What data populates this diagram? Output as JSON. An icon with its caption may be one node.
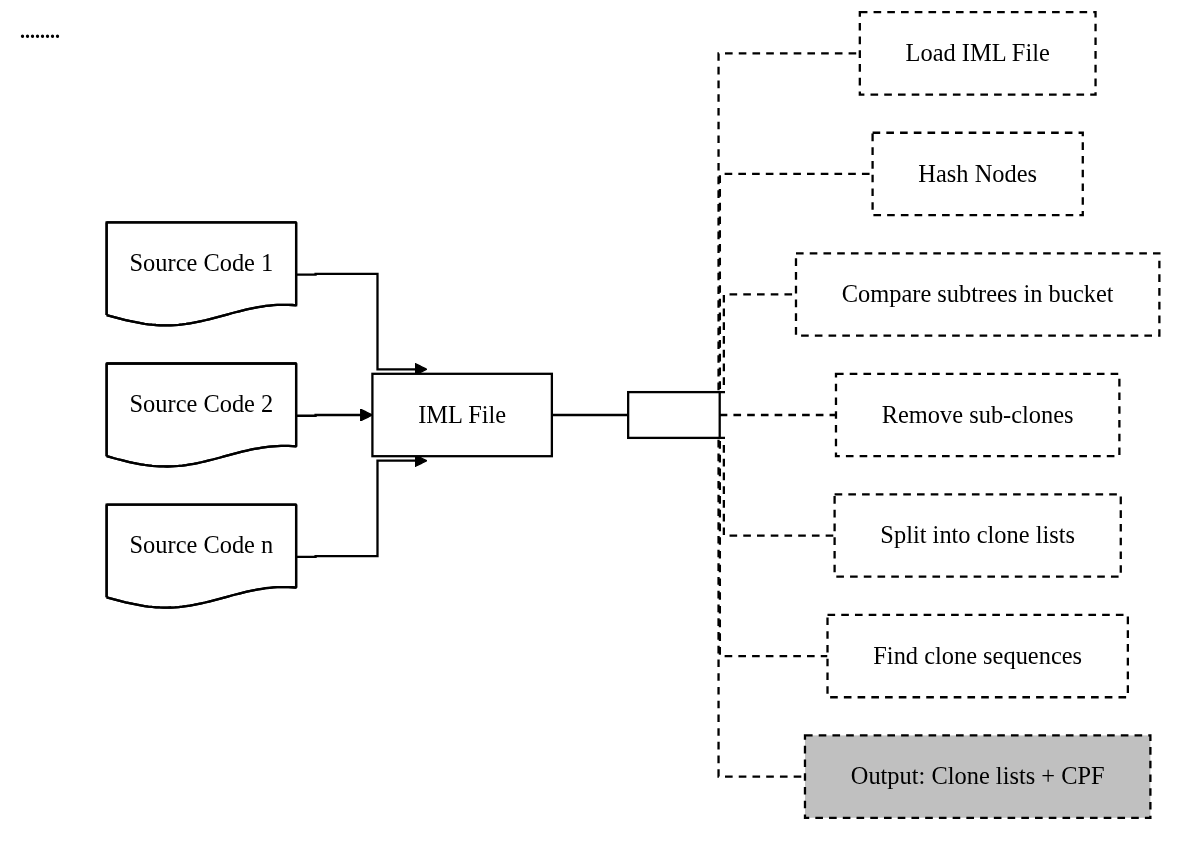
{
  "diagram": {
    "nodes": [
      {
        "text": [
          "Source Code 1"
        ]
      },
      {
        "text": [
          "Source Code 2"
        ]
      },
      {
        "text": [
          "Source Code n"
        ]
      },
      {
        "text": [
          "IML File"
        ]
      },
      {
        "text": [],
        "shape": "box"
      },
      {
        "text": [
          "Load IML File"
        ]
      },
      {
        "text": [
          "Hash Nodes"
        ]
      },
      {
        "text": [
          "Compare subtrees in bucket"
        ]
      },
      {
        "text": [
          "Remove sub-clones"
        ]
      },
      {
        "text": [
          "Split into clone lists"
        ]
      },
      {
        "text": [
          "Find clone sequences"
        ]
      },
      {
        "text": [
          "Output: Clone lists + CPF"
        ]
      }
    ],
    "edges": [
      {
        "from": 0,
        "to": 3,
        "arrow": "to"
      },
      {
        "from": 1,
        "to": 3,
        "arrow": "to"
      },
      {
        "from": 2,
        "to": 3,
        "arrow": "to"
      },
      {
        "from": 3,
        "to": 4,
        "arrow": "none"
      },
      {
        "from": 4,
        "to": 5,
        "arrow": "none",
        "style": "dashed"
      },
      {
        "from": 4,
        "to": 6,
        "arrow": "none",
        "style": "dashed"
      },
      {
        "from": 4,
        "to": 7,
        "arrow": "none",
        "style": "dashed"
      },
      {
        "from": 4,
        "to": 8,
        "arrow": "none",
        "style": "dashed"
      },
      {
        "from": 4,
        "to": 9,
        "arrow": "none",
        "style": "dashed"
      },
      {
        "from": 4,
        "to": 10,
        "arrow": "none",
        "style": "dashed"
      },
      {
        "from": 4,
        "to": 11,
        "arrow": "none",
        "style": "dashed"
      }
    ],
    "labels": [
      "........"
    ]
  }
}
